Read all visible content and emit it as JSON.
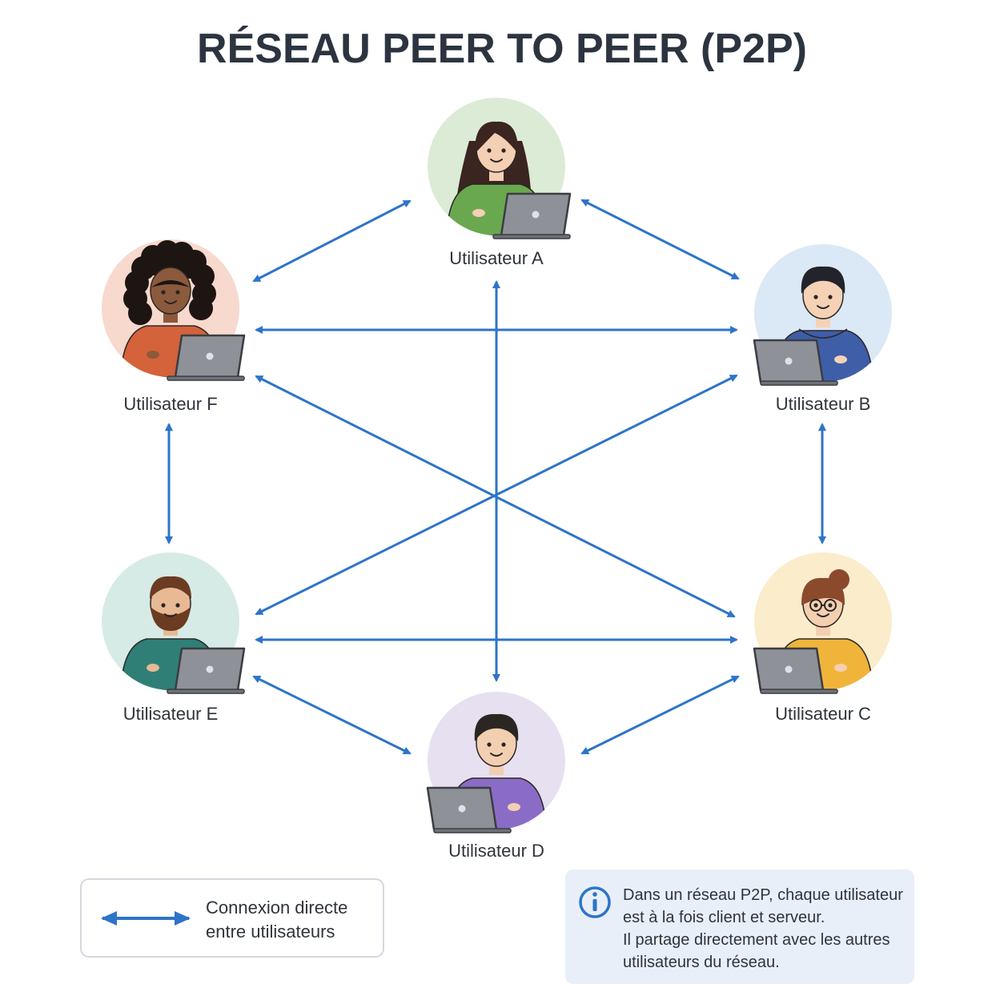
{
  "title": "RÉSEAU PEER TO PEER (P2P)",
  "colors": {
    "connection": "#2d74c9",
    "title": "#2c3440",
    "info_bg": "#e8eff9",
    "legend_border": "#d4d8de"
  },
  "users": [
    {
      "id": "A",
      "label": "Utilisateur A",
      "bg_color": "#dcebd6",
      "shirt_color": "#6aa84f",
      "hair_color": "#3a2520",
      "skin_color": "#f3cfb3",
      "avatar": "woman-long-hair-avatar"
    },
    {
      "id": "B",
      "label": "Utilisateur B",
      "bg_color": "#dbe8f6",
      "shirt_color": "#3f5ea8",
      "hair_color": "#23232b",
      "skin_color": "#f5d2b6",
      "avatar": "man-hoodie-avatar"
    },
    {
      "id": "C",
      "label": "Utilisateur C",
      "bg_color": "#fbeccb",
      "shirt_color": "#f0b43a",
      "hair_color": "#8b4a2b",
      "skin_color": "#f4cfb0",
      "avatar": "woman-glasses-bun-avatar"
    },
    {
      "id": "D",
      "label": "Utilisateur D",
      "bg_color": "#e6e0f1",
      "shirt_color": "#8a6cc6",
      "hair_color": "#2b2622",
      "skin_color": "#f3cfb1",
      "avatar": "man-short-hair-avatar"
    },
    {
      "id": "E",
      "label": "Utilisateur E",
      "bg_color": "#d7ebe6",
      "shirt_color": "#2f7f76",
      "hair_color": "#6b3b22",
      "skin_color": "#e8b995",
      "avatar": "man-beard-avatar"
    },
    {
      "id": "F",
      "label": "Utilisateur F",
      "bg_color": "#f7d9cd",
      "shirt_color": "#d4623a",
      "hair_color": "#1d1512",
      "skin_color": "#8b5a3c",
      "avatar": "woman-curly-hair-avatar"
    }
  ],
  "connections": [
    [
      "A",
      "B"
    ],
    [
      "A",
      "F"
    ],
    [
      "A",
      "D"
    ],
    [
      "B",
      "C"
    ],
    [
      "B",
      "F"
    ],
    [
      "B",
      "E"
    ],
    [
      "C",
      "D"
    ],
    [
      "C",
      "E"
    ],
    [
      "C",
      "F"
    ],
    [
      "D",
      "E"
    ],
    [
      "E",
      "F"
    ]
  ],
  "legend": {
    "line1": "Connexion directe",
    "line2": "entre utilisateurs",
    "icon": "double-arrow-icon"
  },
  "info": {
    "icon": "info-icon",
    "lines": [
      "Dans un réseau P2P, chaque utilisateur",
      "est à la fois client et serveur.",
      "Il partage directement avec les autres",
      "utilisateurs du réseau."
    ]
  }
}
